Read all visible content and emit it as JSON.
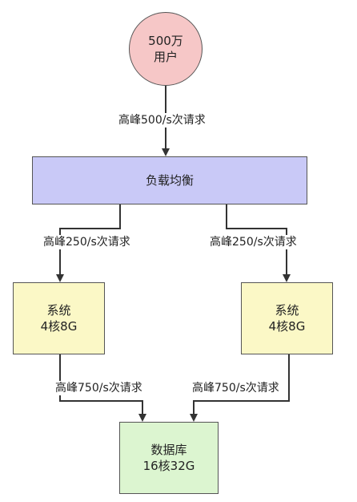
{
  "nodes": {
    "users": {
      "line1": "500万",
      "line2": "用户"
    },
    "load_balancer": {
      "label": "负载均衡"
    },
    "system_left": {
      "line1": "系统",
      "line2": "4核8G"
    },
    "system_right": {
      "line1": "系统",
      "line2": "4核8G"
    },
    "database": {
      "line1": "数据库",
      "line2": "16核32G"
    }
  },
  "edges": {
    "users_to_lb": "高峰500/s次请求",
    "lb_to_system_left": "高峰250/s次请求",
    "lb_to_system_right": "高峰250/s次请求",
    "system_left_to_db": "高峰750/s次请求",
    "system_right_to_db": "高峰750/s次请求"
  },
  "colors": {
    "users_fill": "#f6c7c7",
    "load_balancer_fill": "#c9c9f7",
    "system_fill": "#fbf8c6",
    "database_fill": "#dcf5d0",
    "line": "#333333"
  }
}
